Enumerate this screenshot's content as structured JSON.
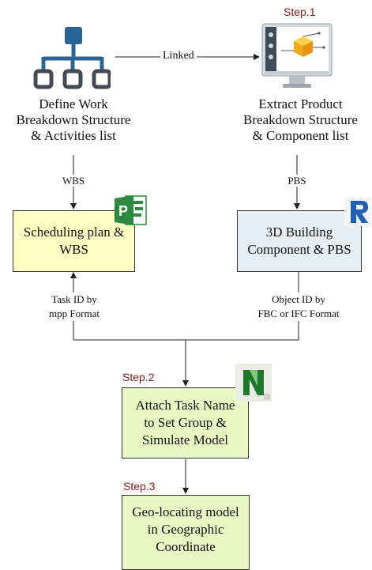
{
  "steps": {
    "step1": "Step.1",
    "step2": "Step.2",
    "step3": "Step.3"
  },
  "left_caption": [
    "Define Work",
    "Breakdown Structure",
    "& Activities list"
  ],
  "right_caption": [
    "Extract Product",
    "Breakdown Structure",
    "& Component list"
  ],
  "link_label": "Linked",
  "wbs_label": "WBS",
  "pbs_label": "PBS",
  "box_schedule": [
    "Scheduling plan &",
    "WBS"
  ],
  "box_building": [
    "3D Building",
    "Component & PBS"
  ],
  "task_id_label": [
    "Task ID by",
    "mpp Format"
  ],
  "object_id_label": [
    "Object ID by",
    "FBC or IFC Format"
  ],
  "box_attach": [
    "Attach Task Name",
    "to Set Group &",
    "Simulate Model"
  ],
  "box_geo": [
    "Geo-locating model",
    "in Geographic",
    "Coordinate"
  ],
  "colors": {
    "box_yellow": "#ffffc4",
    "box_blue": "#e8eff4",
    "box_green": "#eaf9c4",
    "step_red": "#8b1a1a",
    "hierarchy_blue": "#2a6497",
    "hierarchy_gray": "#444a55"
  },
  "icons": [
    "hierarchy-icon",
    "monitor-cube-icon",
    "ms-project-icon",
    "revit-icon",
    "navisworks-icon"
  ]
}
